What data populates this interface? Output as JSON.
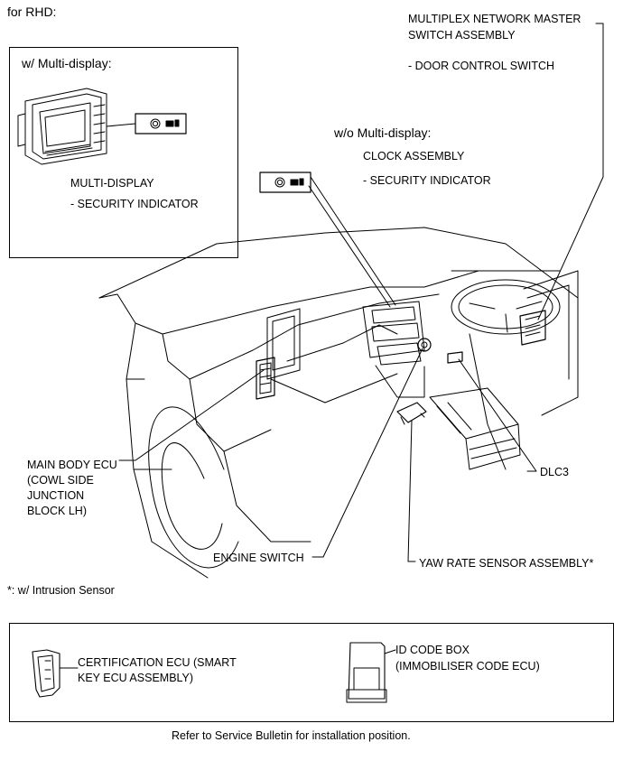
{
  "header": {
    "scope": "for RHD:"
  },
  "inset_multi_display": {
    "title": "w/ Multi-display:",
    "part_name": "MULTI-DISPLAY",
    "part_sub": "- SECURITY INDICATOR"
  },
  "wo_multi_display": {
    "title": "w/o Multi-display:",
    "part_name": "CLOCK ASSEMBLY",
    "part_sub": "- SECURITY INDICATOR"
  },
  "master_switch": {
    "line1": "MULTIPLEX NETWORK MASTER",
    "line2": "SWITCH ASSEMBLY",
    "sub": "- DOOR CONTROL SWITCH"
  },
  "main_body_ecu": {
    "line1": "MAIN BODY ECU",
    "line2": "(COWL SIDE",
    "line3": "JUNCTION",
    "line4": "BLOCK LH)"
  },
  "dlc3": {
    "label": "DLC3"
  },
  "engine_switch": {
    "label": "ENGINE SWITCH"
  },
  "yaw_rate": {
    "label": "YAW RATE SENSOR ASSEMBLY*"
  },
  "footnote": {
    "text": "*: w/ Intrusion Sensor"
  },
  "bottom_box": {
    "certification_line1": "CERTIFICATION ECU (SMART",
    "certification_line2": "KEY ECU ASSEMBLY)",
    "id_code_line1": "ID CODE BOX",
    "id_code_line2": "(IMMOBILISER CODE ECU)"
  },
  "bottom_note": {
    "text": "Refer to Service Bulletin for installation position."
  }
}
